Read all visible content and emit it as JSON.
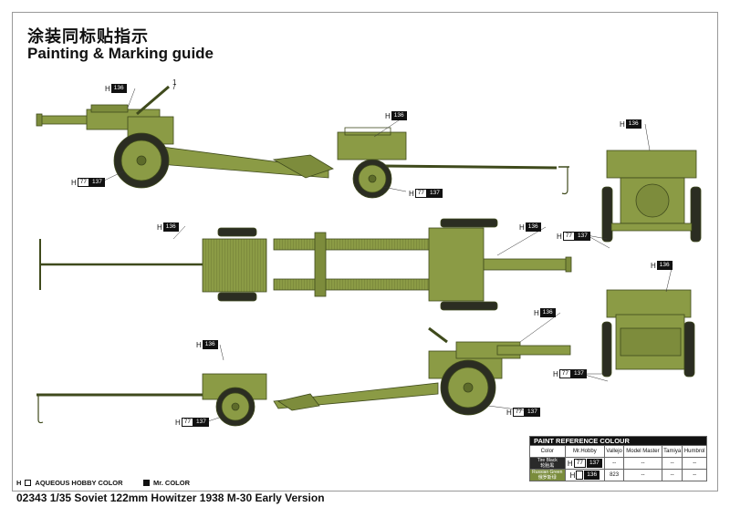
{
  "header": {
    "title_cn": "涂装同标贴指示",
    "title_en": "Painting & Marking guide"
  },
  "footer": {
    "code": "02343 1/35  Soviet 122mm Howitzer 1938 M-30 Early Version"
  },
  "callouts": {
    "h": "H",
    "mr_136": "136",
    "aqueous_77": "77",
    "mr_137": "137",
    "part_number": "1"
  },
  "legend": {
    "aqueous": "AQUEOUS HOBBY COLOR",
    "mr": "Mr. COLOR"
  },
  "paint_reference": {
    "title": "PAINT  REFERENCE COLOUR",
    "columns": [
      "Color",
      "Mr.Hobby",
      "Vallejo",
      "Model Master",
      "Tamiya",
      "Humbrol"
    ],
    "rows": [
      {
        "color": "Tire Black",
        "color_cn": "轮胎黑",
        "mrhobby_h": "H",
        "mrhobby_a": "77",
        "mrhobby_b": "137",
        "vallejo": "--",
        "model_master": "--",
        "tamiya": "--",
        "humbrol": "--"
      },
      {
        "color": "Russian Green",
        "color_cn": "俄罗斯绿",
        "mrhobby_h": "H",
        "mrhobby_a": "",
        "mrhobby_b": "136",
        "vallejo": "823",
        "model_master": "--",
        "tamiya": "--",
        "humbrol": "--"
      }
    ]
  },
  "colors": {
    "olive": "#8b9b45",
    "olive_dark": "#5d6b2a",
    "olive_light": "#a9b862",
    "tire": "#2b2d22"
  }
}
